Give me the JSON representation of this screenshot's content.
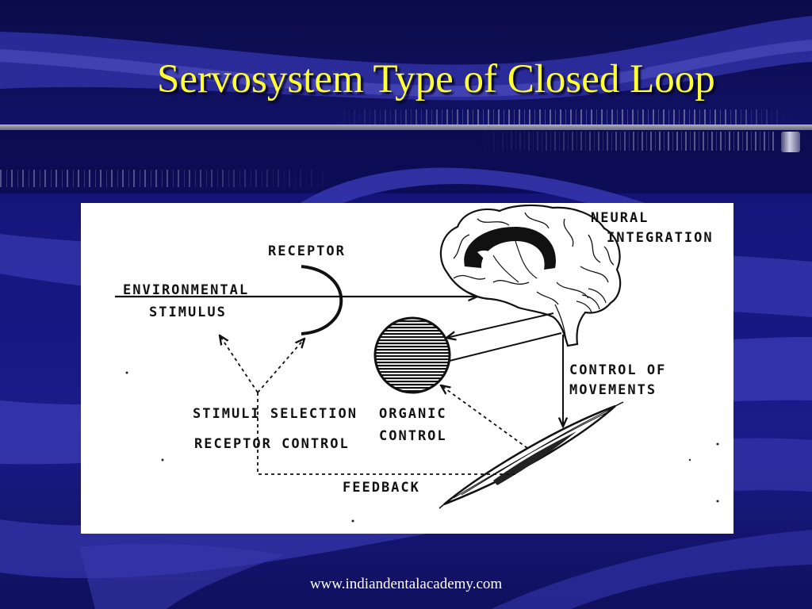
{
  "slide": {
    "title": "Servosystem Type of Closed Loop",
    "footer_url": "www.indiandentalacademy.com"
  },
  "diagram": {
    "neural_integration": [
      "NEURAL",
      "INTEGRATION"
    ],
    "receptor": "RECEPTOR",
    "environmental_stimulus": [
      "ENVIRONMENTAL",
      "STIMULUS"
    ],
    "control_of_movements": [
      "CONTROL OF",
      "MOVEMENTS"
    ],
    "stimuli_selection": "STIMULI SELECTION",
    "receptor_control": "RECEPTOR CONTROL",
    "organic_control": [
      "ORGANIC",
      "CONTROL"
    ],
    "feedback": "FEEDBACK"
  },
  "colors": {
    "title_text": "#ffff33",
    "footer_text": "#ffffff",
    "diagram_ink": "#111111"
  }
}
